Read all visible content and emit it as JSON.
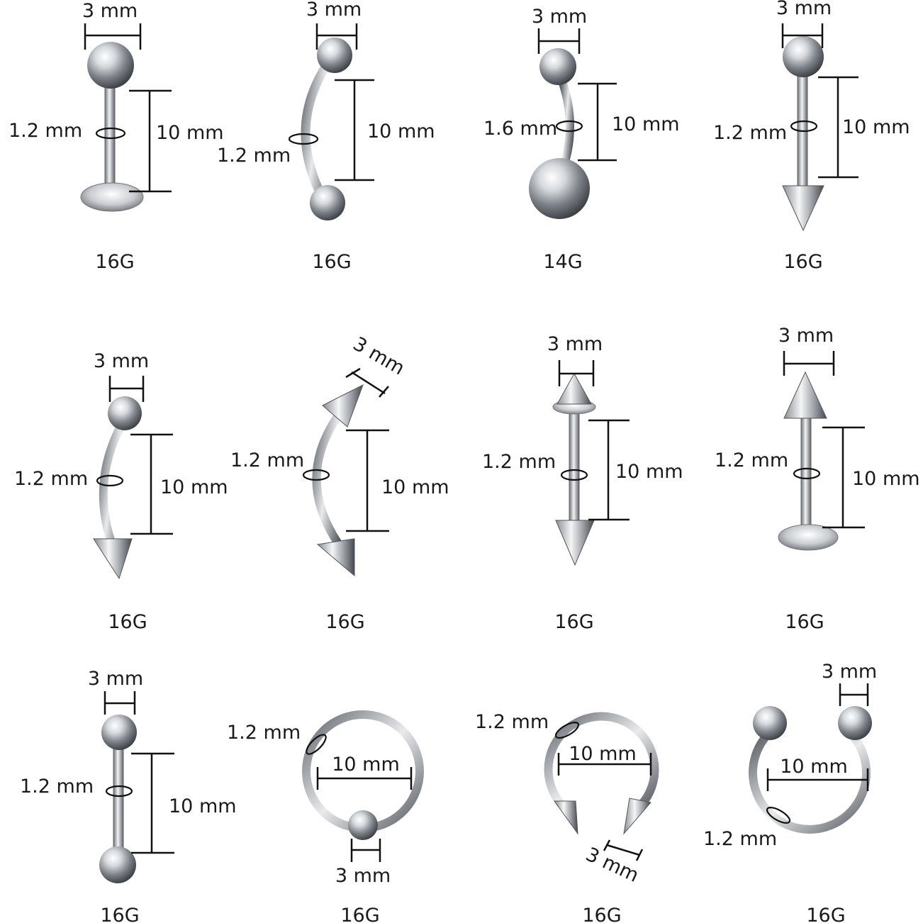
{
  "colors": {
    "background": "#ffffff",
    "ink": "#1a1a1a",
    "metal": "#b8bcc2"
  },
  "items": [
    {
      "kind": "labret",
      "gauge": "16G",
      "ball": "3 mm",
      "thick": "1.2 mm",
      "length": "10 mm"
    },
    {
      "kind": "curved-barbell",
      "gauge": "16G",
      "ball": "3 mm",
      "thick": "1.2 mm",
      "length": "10 mm"
    },
    {
      "kind": "belly-ring",
      "gauge": "14G",
      "ball": "3 mm",
      "thick": "1.6 mm",
      "length": "10 mm"
    },
    {
      "kind": "spike-straight-barbell",
      "gauge": "16G",
      "ball": "3 mm",
      "thick": "1.2 mm",
      "length": "10 mm"
    },
    {
      "kind": "curved-ball-spike",
      "gauge": "16G",
      "ball": "3 mm",
      "thick": "1.2 mm",
      "length": "10 mm"
    },
    {
      "kind": "curved-double-spike",
      "gauge": "16G",
      "ball": "3 mm",
      "thick": "1.2 mm",
      "length": "10 mm"
    },
    {
      "kind": "straight-double-spike",
      "gauge": "16G",
      "ball": "3 mm",
      "thick": "1.2 mm",
      "length": "10 mm"
    },
    {
      "kind": "spike-labret",
      "gauge": "16G",
      "ball": "3 mm",
      "thick": "1.2 mm",
      "length": "10 mm"
    },
    {
      "kind": "straight-barbell",
      "gauge": "16G",
      "ball": "3 mm",
      "thick": "1.2 mm",
      "length": "10 mm"
    },
    {
      "kind": "captive-bead-ring",
      "gauge": "16G",
      "ball": "3 mm",
      "thick": "1.2 mm",
      "length": "10 mm"
    },
    {
      "kind": "horseshoe-spike",
      "gauge": "16G",
      "ball": "3 mm",
      "thick": "1.2 mm",
      "length": "10 mm"
    },
    {
      "kind": "horseshoe-ball",
      "gauge": "16G",
      "ball": "3 mm",
      "thick": "1.2 mm",
      "length": "10 mm"
    }
  ]
}
